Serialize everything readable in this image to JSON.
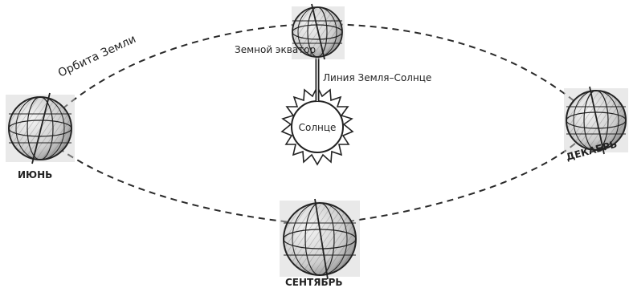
{
  "labels": {
    "orbit": "Орбита Земли",
    "equator": "Земной экватор",
    "axis": "Линия Земля–Солнце",
    "sun": "Солнце",
    "june": "ИЮНЬ",
    "september": "СЕНТЯБРЬ",
    "december": "ДЕКАБРЬ"
  },
  "globes": [
    {
      "id": "march",
      "label": ""
    },
    {
      "id": "june",
      "label": "ИЮНЬ"
    },
    {
      "id": "september",
      "label": "СЕНТЯБРЬ"
    },
    {
      "id": "december",
      "label": "ДЕКАБРЬ"
    }
  ],
  "colors": {
    "ink": "#222222",
    "globe_fill": "#d7d7d7",
    "shadow": "#b9b9b9"
  }
}
